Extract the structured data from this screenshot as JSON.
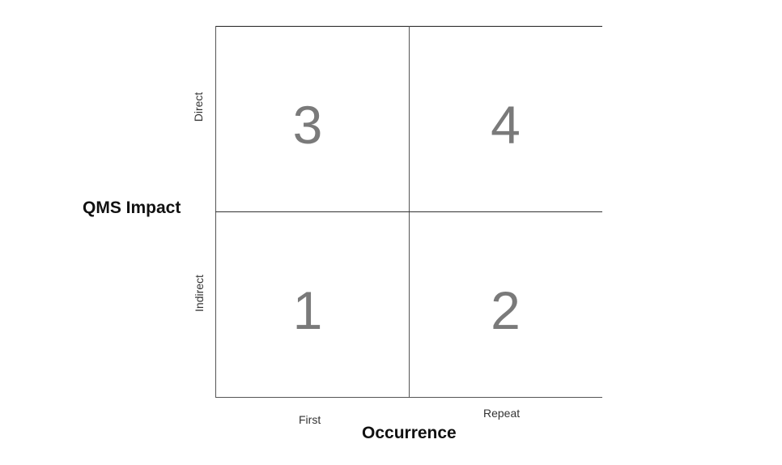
{
  "diagram": {
    "y_axis": {
      "title": "QMS Impact",
      "labels": [
        "Direct",
        "Indirect"
      ]
    },
    "x_axis": {
      "title": "Occurrence",
      "labels": [
        "First",
        "Repeat"
      ]
    },
    "quadrants": [
      {
        "position": "top-left",
        "value": "3"
      },
      {
        "position": "top-right",
        "value": "4"
      },
      {
        "position": "bottom-left",
        "value": "1"
      },
      {
        "position": "bottom-right",
        "value": "2"
      }
    ],
    "colors": {
      "number": "#7a7a7a",
      "line": "#555555"
    }
  }
}
